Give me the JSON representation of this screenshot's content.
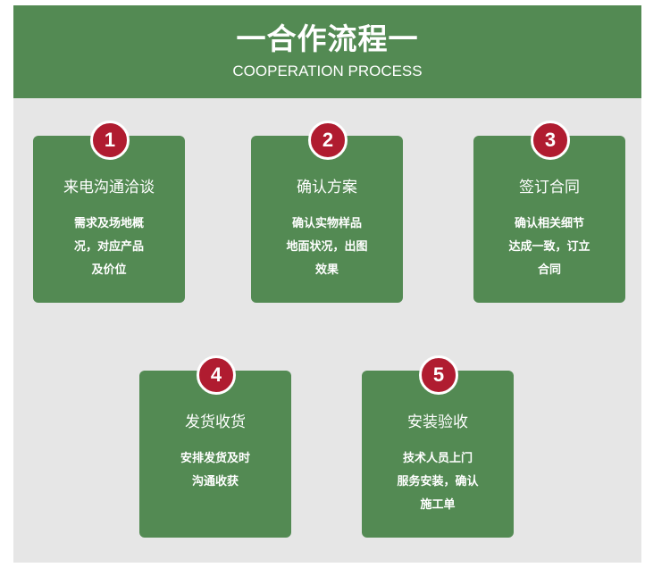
{
  "header": {
    "title": "一合作流程一",
    "subtitle": "COOPERATION PROCESS"
  },
  "colors": {
    "accent_green": "#538a53",
    "badge_red": "#b01c30",
    "panel_gray": "#e6e6e6"
  },
  "steps": [
    {
      "number": "1",
      "title": "来电沟通洽谈",
      "lines": [
        "需求及场地概",
        "况，对应产品",
        "及价位"
      ]
    },
    {
      "number": "2",
      "title": "确认方案",
      "lines": [
        "确认实物样品",
        "地面状况，出图",
        "效果"
      ]
    },
    {
      "number": "3",
      "title": "签订合同",
      "lines": [
        "确认相关细节",
        "达成一致，订立",
        "合同"
      ]
    },
    {
      "number": "4",
      "title": "发货收货",
      "lines": [
        "安排发货及时",
        "沟通收获"
      ]
    },
    {
      "number": "5",
      "title": "安装验收",
      "lines": [
        "技术人员上门",
        "服务安装，确认",
        "施工单"
      ]
    }
  ]
}
